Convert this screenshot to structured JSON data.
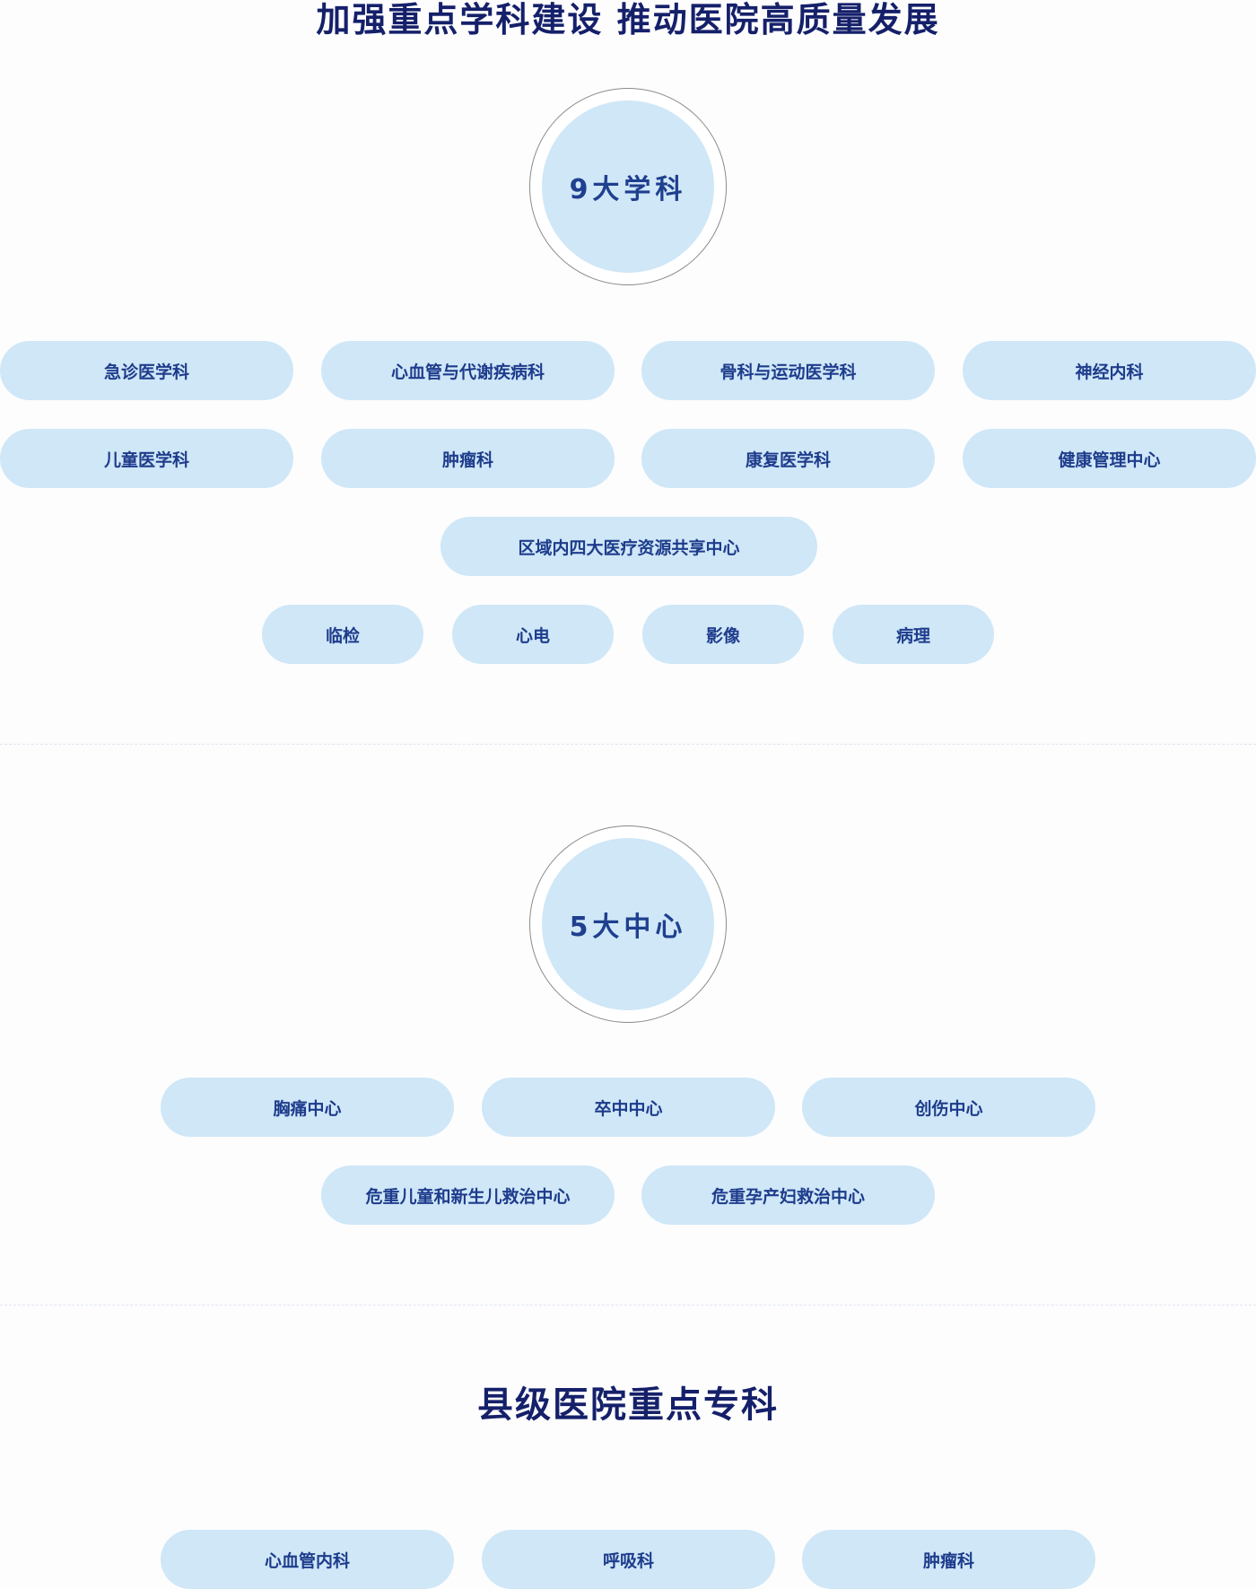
{
  "main_title": "加强重点学科建设 推动医院高质量发展",
  "section1": {
    "circle_label": "9大学科",
    "disciplines": [
      "急诊医学科",
      "心血管与代谢疾病科",
      "骨科与运动医学科",
      "神经内科",
      "儿童医学科",
      "肿瘤科",
      "康复医学科",
      "健康管理中心"
    ],
    "shared_center": "区域内四大医疗资源共享中心",
    "shared_items": [
      "临检",
      "心电",
      "影像",
      "病理"
    ]
  },
  "section2": {
    "circle_label": "5大中心",
    "centers": [
      "胸痛中心",
      "卒中中心",
      "创伤中心",
      "危重儿童和新生儿救治中心",
      "危重孕产妇救治中心"
    ]
  },
  "section3": {
    "title": "县级医院重点专科",
    "specialties": [
      "心血管内科",
      "呼吸科",
      "肿瘤科"
    ]
  },
  "colors": {
    "title": "#15206a",
    "pill_bg": "#cfe7f7",
    "pill_text": "#1e3c8c",
    "circle_border": "#8a8a8a",
    "divider": "#dfe6f0"
  }
}
